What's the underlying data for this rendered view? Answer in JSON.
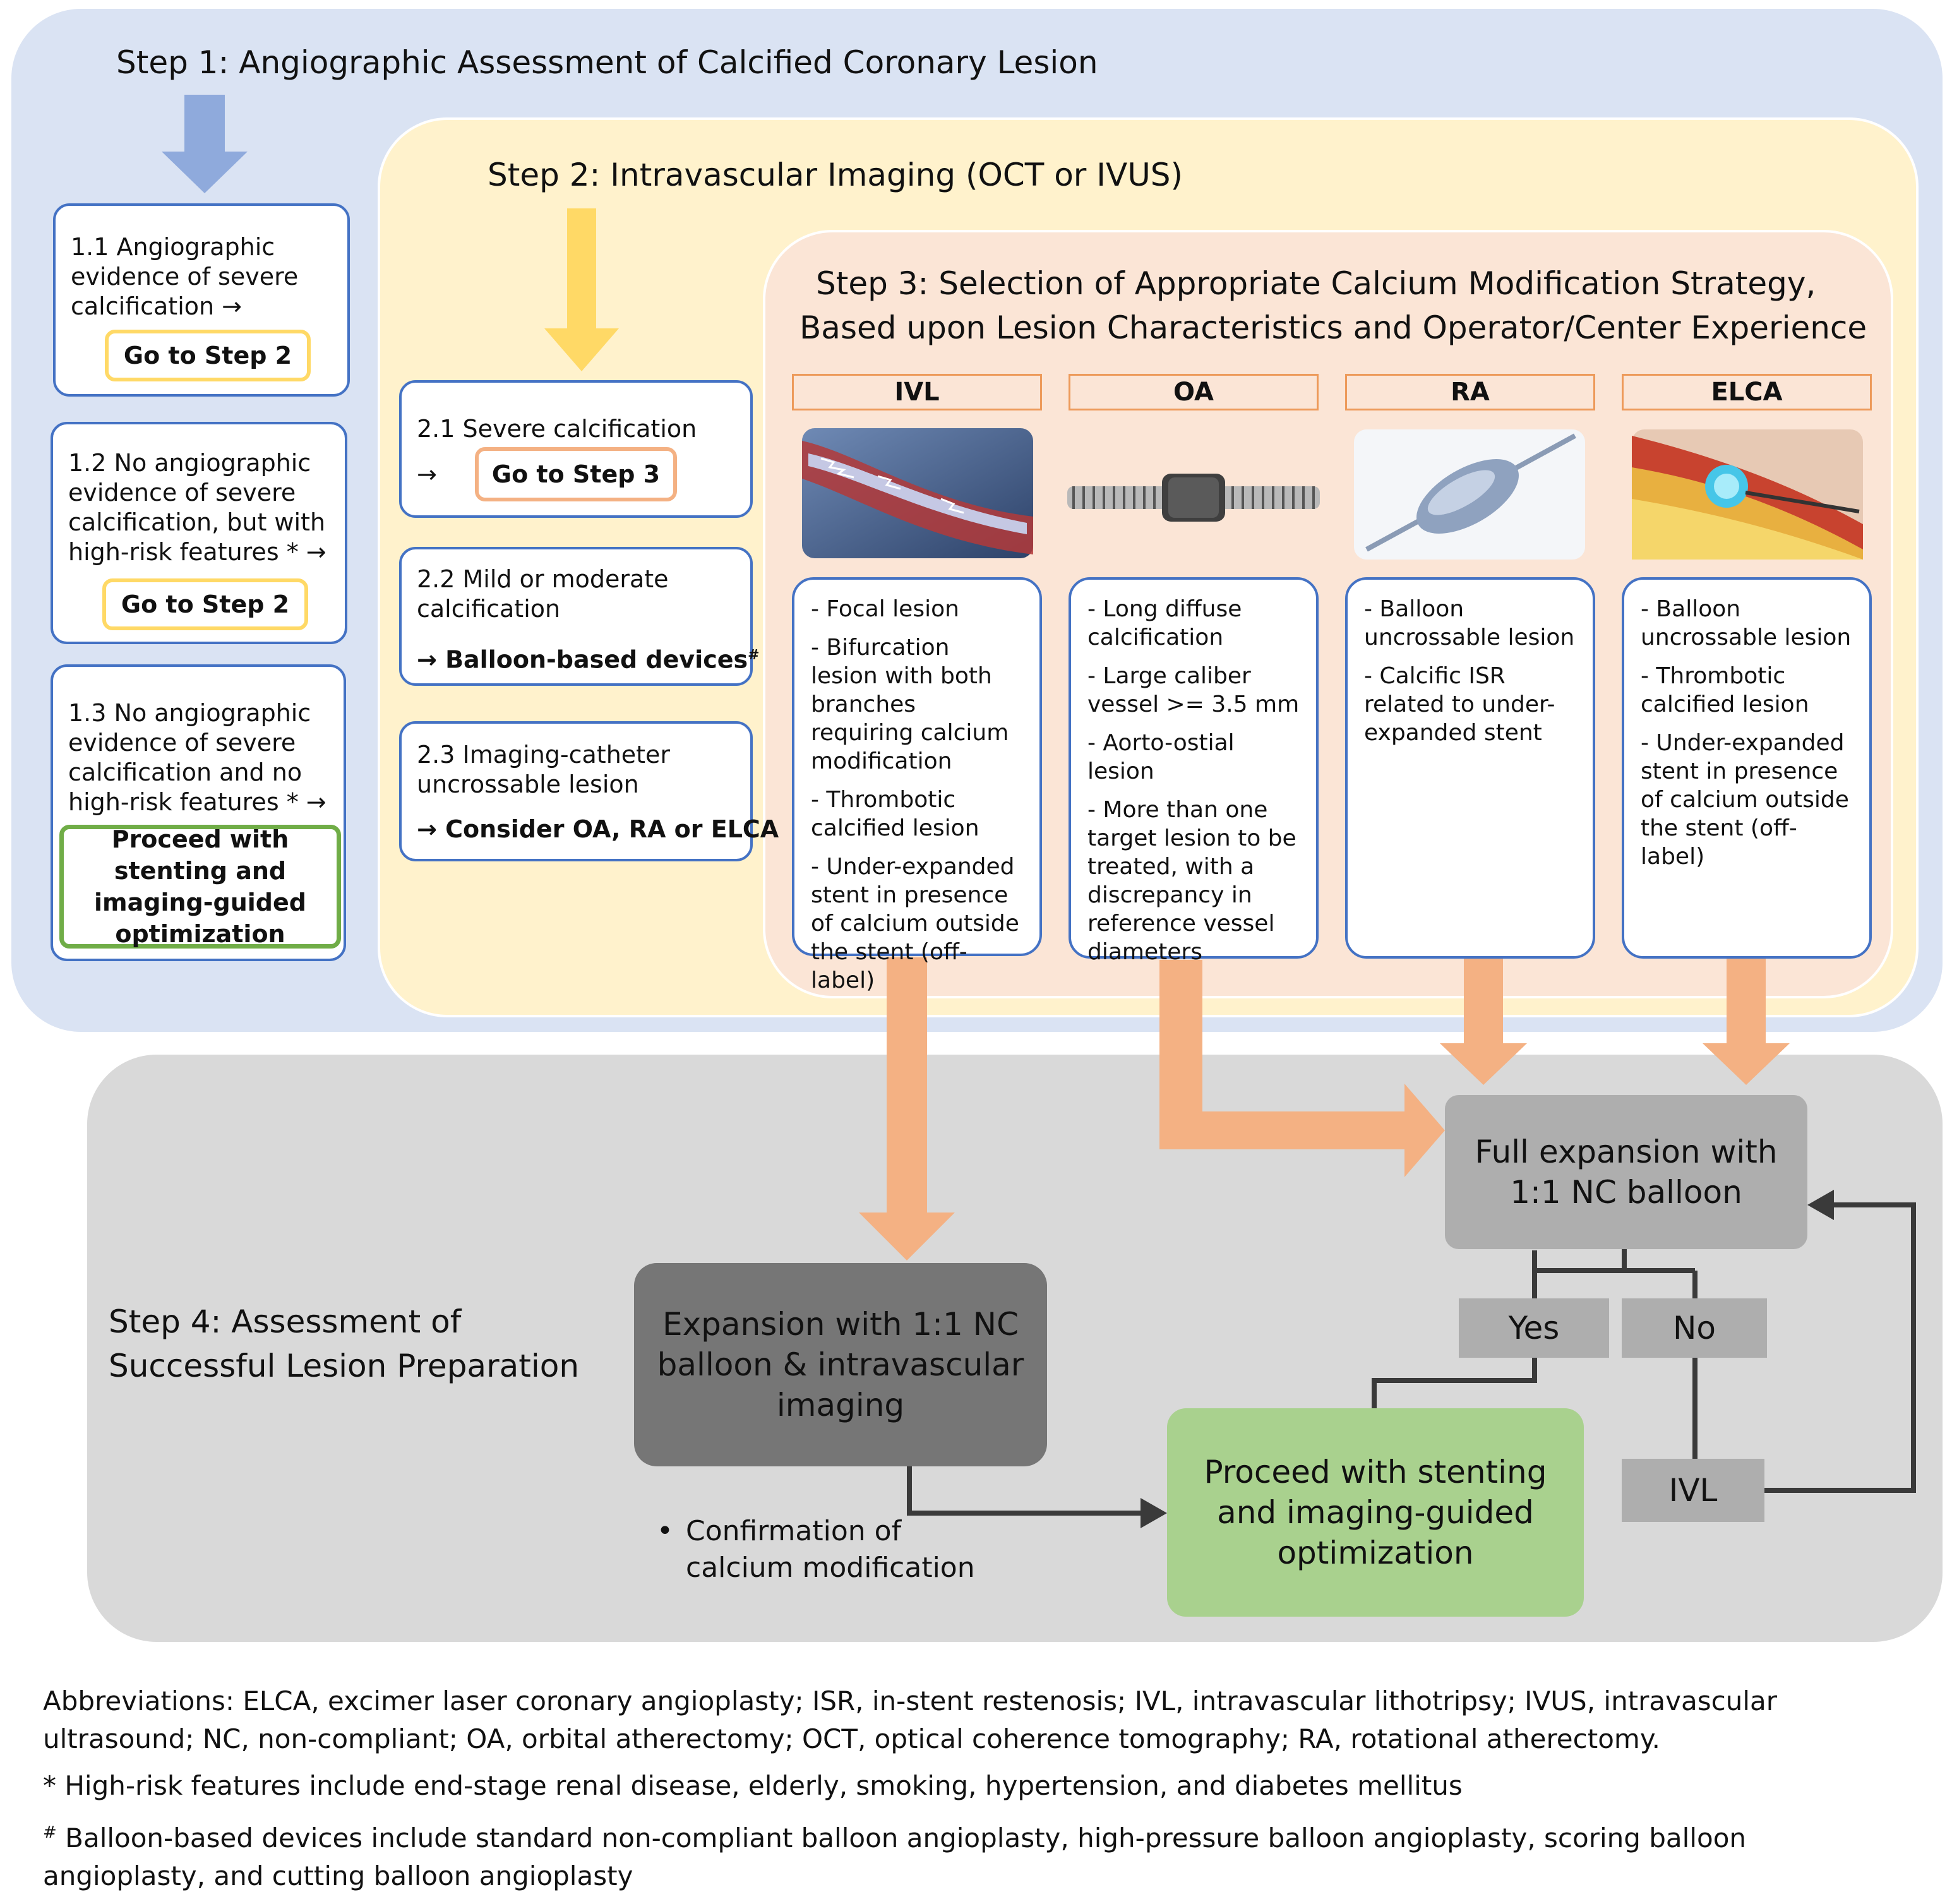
{
  "step1": {
    "title": "Step 1: Angiographic Assessment of Calcified Coronary Lesion",
    "box1": {
      "text": "1.1 Angiographic evidence of severe calcification →",
      "action": "Go to Step 2"
    },
    "box2": {
      "text": "1.2 No angiographic evidence of severe calcification, but with high-risk features * →",
      "action": "Go to Step 2"
    },
    "box3": {
      "text": "1.3 No angiographic evidence of severe calcification and no high-risk features * →",
      "action": "Proceed with stenting and imaging-guided optimization"
    }
  },
  "step2": {
    "title": "Step 2: Intravascular Imaging (OCT or IVUS)",
    "box1": {
      "text": "2.1 Severe calcification",
      "arrow": "→",
      "action": "Go to Step 3"
    },
    "box2": {
      "text": "2.2 Mild or moderate calcification",
      "action": "→ Balloon-based devices",
      "mark": "#"
    },
    "box3": {
      "text": "2.3 Imaging-catheter uncrossable lesion",
      "action": "→ Consider OA, RA or ELCA"
    }
  },
  "step3": {
    "title_line1": "Step 3: Selection of Appropriate Calcium Modification Strategy,",
    "title_line2": "Based upon Lesion Characteristics and Operator/Center Experience",
    "columns": [
      {
        "name": "IVL",
        "items": [
          "- Focal lesion",
          "- Bifurcation lesion with both branches requiring calcium modification",
          "- Thrombotic calcified lesion",
          "- Under-expanded stent in presence of calcium outside the stent (off-label)"
        ]
      },
      {
        "name": "OA",
        "items": [
          "- Long diffuse calcification",
          "- Large caliber vessel >= 3.5 mm",
          "- Aorto-ostial lesion",
          "- More than one target lesion to be treated, with a discrepancy in reference vessel diameters"
        ]
      },
      {
        "name": "RA",
        "items": [
          "- Balloon uncrossable lesion",
          "- Calcific ISR related to under-expanded stent"
        ]
      },
      {
        "name": "ELCA",
        "items": [
          "- Balloon uncrossable lesion",
          "- Thrombotic calcified lesion",
          "- Under-expanded stent in presence of calcium outside the stent (off-label)"
        ]
      }
    ]
  },
  "step4": {
    "title_line1": "Step 4: Assessment of",
    "title_line2": "Successful Lesion Preparation",
    "expansion_box": "Expansion with 1:1 NC balloon & intravascular imaging",
    "full_expansion_box": "Full expansion with 1:1 NC balloon",
    "yes_label": "Yes",
    "no_label": "No",
    "ivl_label": "IVL",
    "proceed_box": "Proceed with stenting and imaging-guided optimization",
    "confirmation_line1": "Confirmation of",
    "confirmation_line2": "calcium modification"
  },
  "footnotes": {
    "abbreviations": "Abbreviations: ELCA, excimer laser coronary angioplasty; ISR, in-stent restenosis; IVL, intravascular lithotripsy; IVUS, intravascular ultrasound; NC, non-compliant; OA, orbital atherectomy; OCT, optical coherence tomography; RA, rotational atherectomy.",
    "high_risk": "* High-risk features include end-stage renal disease, elderly, smoking, hypertension, and diabetes mellitus",
    "balloon_mark": "#",
    "balloon_devices": " Balloon-based devices include standard non-compliant balloon angioplasty, high-pressure balloon angioplasty, scoring balloon angioplasty, and cutting balloon angioplasty"
  },
  "colors": {
    "step1_bg": "#dae3f3",
    "step2_bg": "#fff2cc",
    "step3_bg": "#fbe5d6",
    "step4_bg": "#d9d9d9",
    "box_border": "#4472c4",
    "gold": "#ffd966",
    "orange": "#f4b183",
    "green": "#70ad47",
    "green_fill": "#a9d18e",
    "dark_gray": "#767676",
    "mid_gray": "#aeaeae",
    "blue_arrow": "#8faadc"
  }
}
